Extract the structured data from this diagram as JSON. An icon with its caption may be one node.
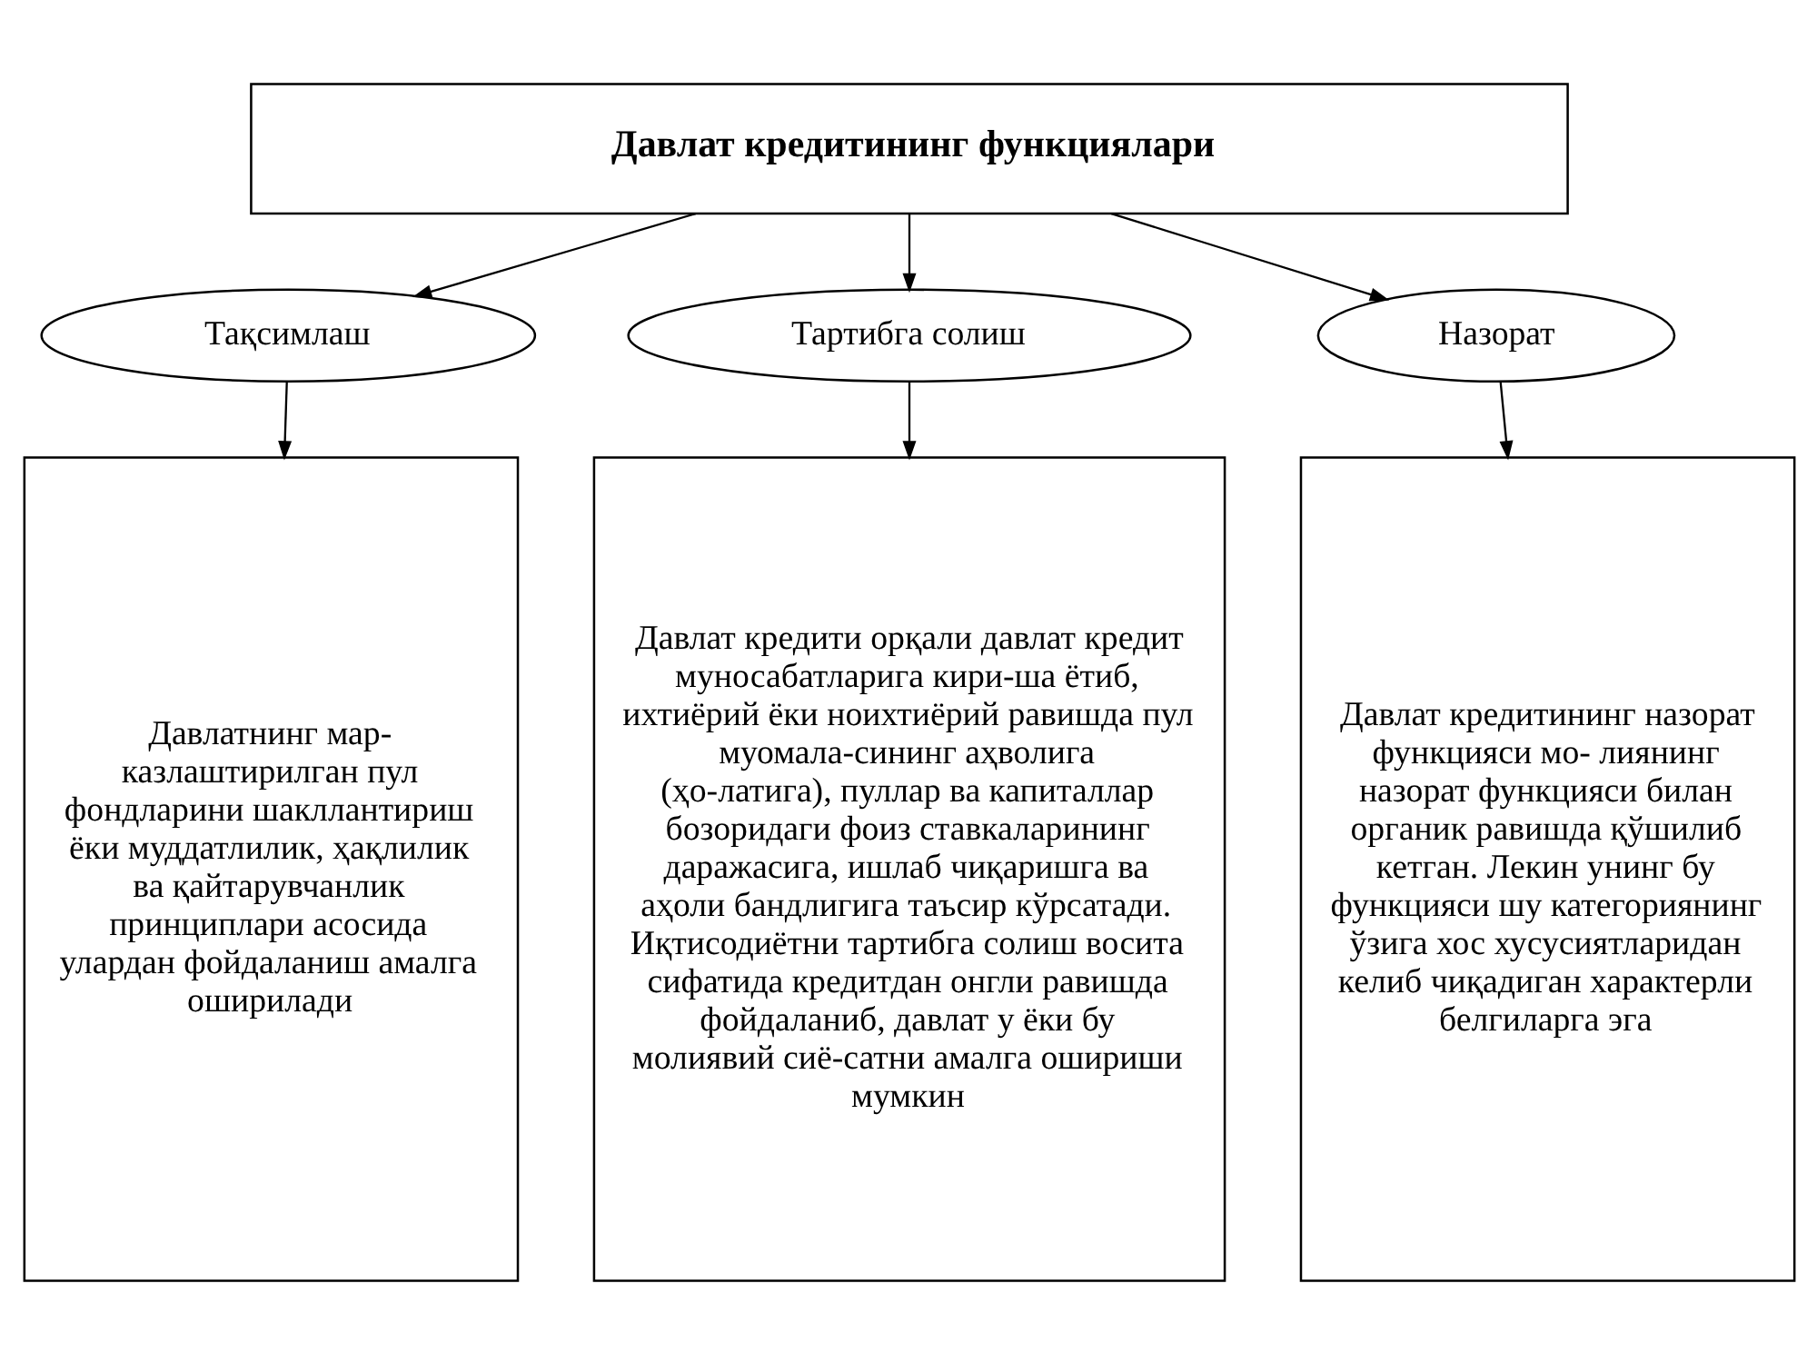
{
  "diagram": {
    "nodes": [
      {
        "text": [
          "Давлат кредитининг функциялари"
        ]
      },
      {
        "text": [
          "Тақсимлаш"
        ]
      },
      {
        "text": [
          "Тартибга солиш"
        ]
      },
      {
        "text": [
          "Назорат"
        ]
      },
      {
        "text": [
          "Давлатнинг мар- казлаштирилган пул фондларини шакллантириш ёки муддатлилик, ҳақлилик ва қайтарувчанлик принциплари асосида улардан фойдаланиш амалга оширилади"
        ]
      },
      {
        "text": [
          "Давлат кредити орқали давлат кредит муносабатларига кири-ша ётиб, ихтиёрий ёки ноихтиёрий равишда пул муомала-сининг аҳволига (ҳо-латига), пуллар ва капиталлар бозоридаги фоиз ставкаларининг даражасига, ишлаб чиқаришга ва аҳоли бандлигига таъсир кўрсатади. Иқтисодиётни тартибга солиш восита сифатида кредитдан онгли равишда фойдаланиб, давлат у ёки бу молиявий сиё-сатни амалга ошириши мумкин"
        ]
      },
      {
        "text": [
          "Давлат кредитининг назорат функцияси мо- лиянинг назорат функцияси билан органик равишда қўшилиб кетган. Лекин унинг бу функцияси шу категориянинг ўзига хос хусусиятларидан келиб чиқадиган характерли белгиларга эга"
        ]
      }
    ],
    "edges": [
      {
        "from": 0,
        "to": 1,
        "arrow": "to"
      },
      {
        "from": 0,
        "to": 2,
        "arrow": "to"
      },
      {
        "from": 0,
        "to": 3,
        "arrow": "to"
      },
      {
        "from": 1,
        "to": 4,
        "arrow": "to"
      },
      {
        "from": 2,
        "to": 5,
        "arrow": "to"
      },
      {
        "from": 3,
        "to": 6,
        "arrow": "to"
      }
    ]
  }
}
